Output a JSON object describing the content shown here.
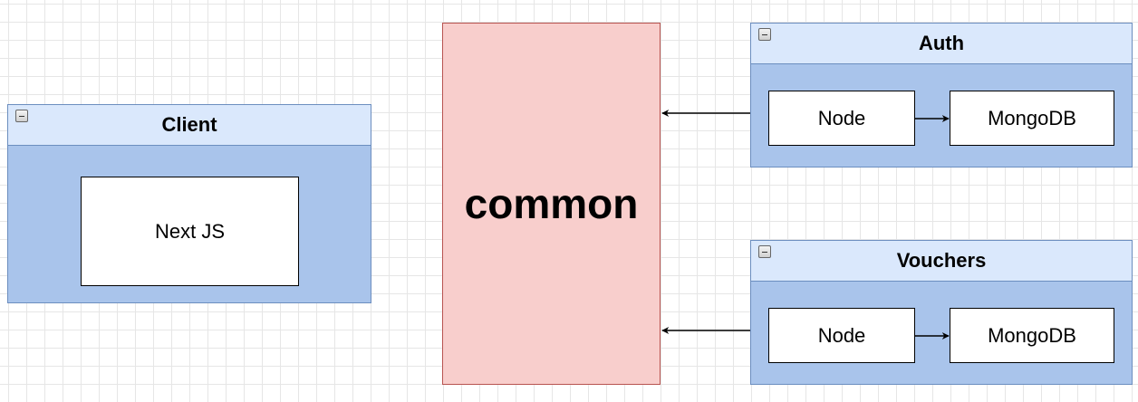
{
  "client": {
    "title": "Client",
    "node": "Next JS"
  },
  "common": {
    "label": "common"
  },
  "auth": {
    "title": "Auth",
    "nodes": [
      "Node",
      "MongoDB"
    ]
  },
  "vouchers": {
    "title": "Vouchers",
    "nodes": [
      "Node",
      "MongoDB"
    ]
  },
  "colors": {
    "container_fill": "#a9c4eb",
    "container_header_fill": "#dae8fc",
    "container_border": "#6c8ebf",
    "common_fill": "#f8cecc",
    "common_border": "#b85450"
  },
  "icons": [
    "collapse-icon",
    "arrow-head-icon"
  ]
}
